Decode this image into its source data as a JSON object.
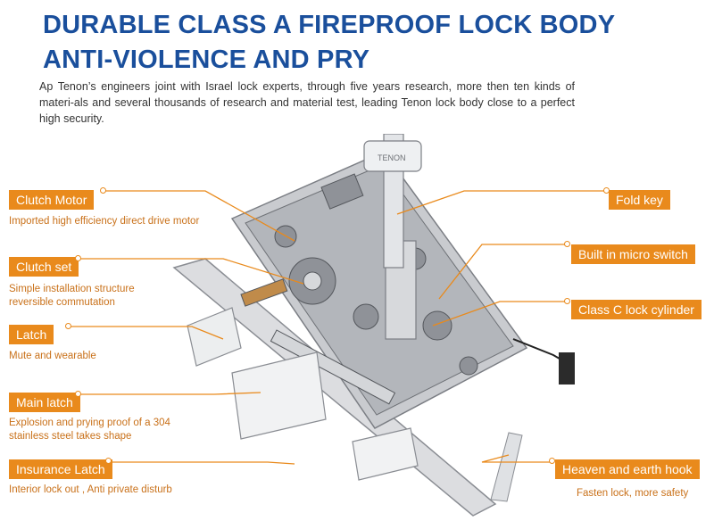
{
  "header": {
    "title_line1": "DURABLE CLASS A FIREPROOF LOCK BODY",
    "title_line2": "ANTI-VIOLENCE AND PRY",
    "intro": "Ap Tenon’s engineers joint with Israel lock experts, through five years research, more then ten kinds of materi-als and several thousands of research and material test, leading Tenon lock body close to a perfect high security."
  },
  "features_left": [
    {
      "label": "Clutch Motor",
      "desc": "Imported high efficiency direct drive motor"
    },
    {
      "label": "Clutch set",
      "desc": "Simple installation structure\n reversible commutation"
    },
    {
      "label": "Latch",
      "desc": "Mute and wearable"
    },
    {
      "label": "Main latch",
      "desc": "Explosion and prying proof of a 304\nstainless steel takes shape"
    },
    {
      "label": "Insurance Latch",
      "desc": "Interior lock out , Anti private disturb"
    }
  ],
  "features_right": [
    {
      "label": "Fold key",
      "desc": ""
    },
    {
      "label": "Built in micro switch",
      "desc": ""
    },
    {
      "label": "Class C lock cylinder",
      "desc": ""
    },
    {
      "label": "Heaven and earth hook",
      "desc": "Fasten lock, more safety"
    }
  ],
  "key_brand": "TENON",
  "colors": {
    "title": "#1a4f9c",
    "accent": "#e98a1c",
    "desc": "#c9711a",
    "text": "#333333"
  }
}
